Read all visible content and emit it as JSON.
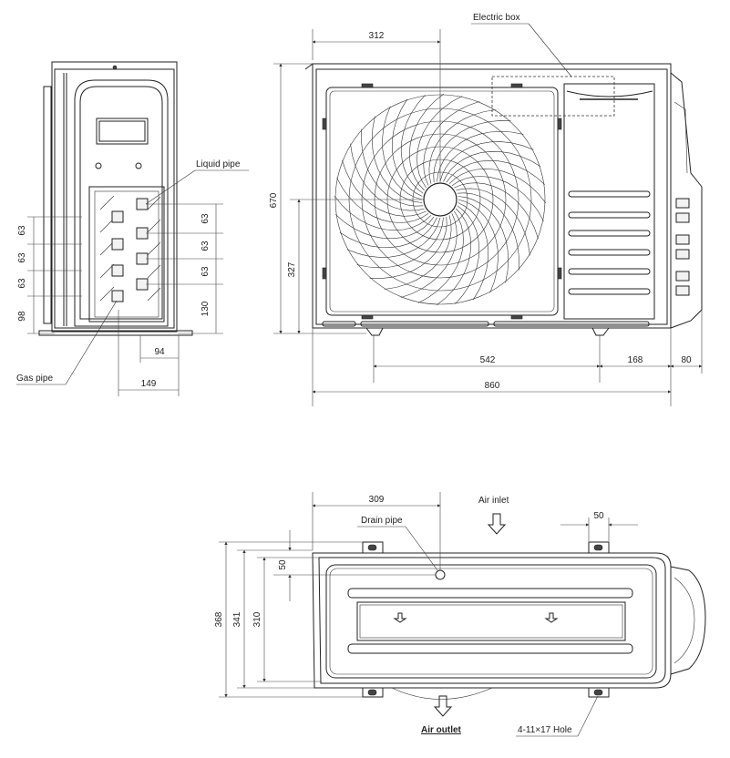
{
  "labels": {
    "electric_box": "Electric box",
    "liquid_pipe": "Liquid pipe",
    "gas_pipe": "Gas pipe",
    "drain_pipe": "Drain pipe",
    "air_inlet": "Air inlet",
    "air_outlet": "Air outlet",
    "hole": "4-11×17 Hole"
  },
  "dims_side": {
    "left_63_a": "63",
    "left_63_b": "63",
    "left_63_c": "63",
    "left_98": "98",
    "right_63_a": "63",
    "right_63_b": "63",
    "right_63_c": "63",
    "right_130": "130",
    "bottom_94": "94",
    "bottom_149": "149"
  },
  "dims_front": {
    "top_312": "312",
    "height_670": "670",
    "height_327": "327",
    "w_542": "542",
    "w_168": "168",
    "w_80": "80",
    "w_860": "860"
  },
  "dims_top": {
    "w_309": "309",
    "w_50": "50",
    "h_50": "50",
    "h_368": "368",
    "h_341": "341",
    "h_310": "310"
  }
}
